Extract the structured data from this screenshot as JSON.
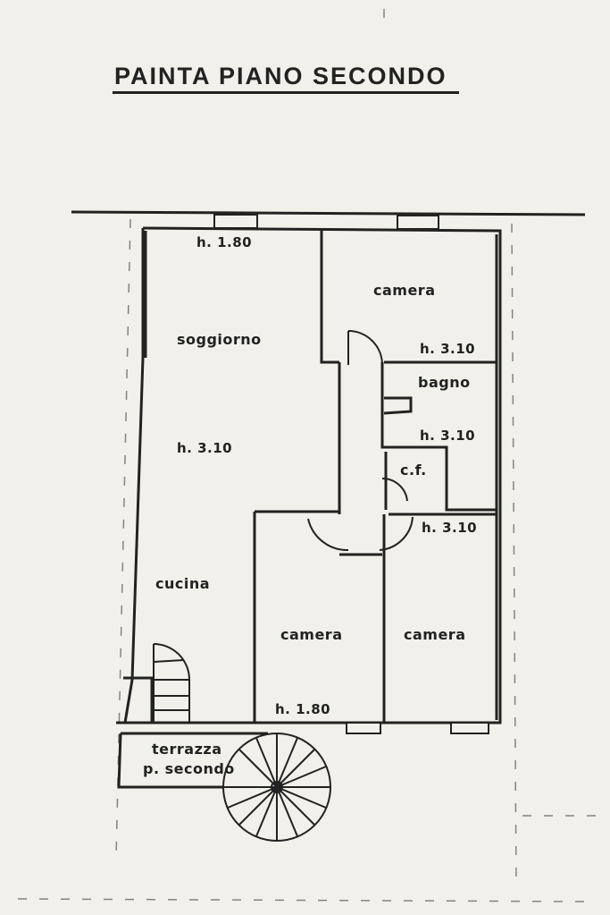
{
  "plan": {
    "title": "PAINTA PIANO SECONDO",
    "rooms": {
      "soggiorno": "soggiorno",
      "cucina": "cucina",
      "camera_top_right": "camera",
      "bagno": "bagno",
      "cf": "c.f.",
      "camera_bottom_middle": "camera",
      "camera_bottom_right": "camera",
      "terrazza_line1": "terrazza",
      "terrazza_line2": "p. secondo"
    },
    "heights": {
      "h_top_left": "h. 1.80",
      "h_soggiorno": "h. 3.10",
      "h_camera_top": "h. 3.10",
      "h_bagno": "h. 3.10",
      "h_camera_right": "h. 3.10",
      "h_bottom": "h. 1.80"
    }
  }
}
